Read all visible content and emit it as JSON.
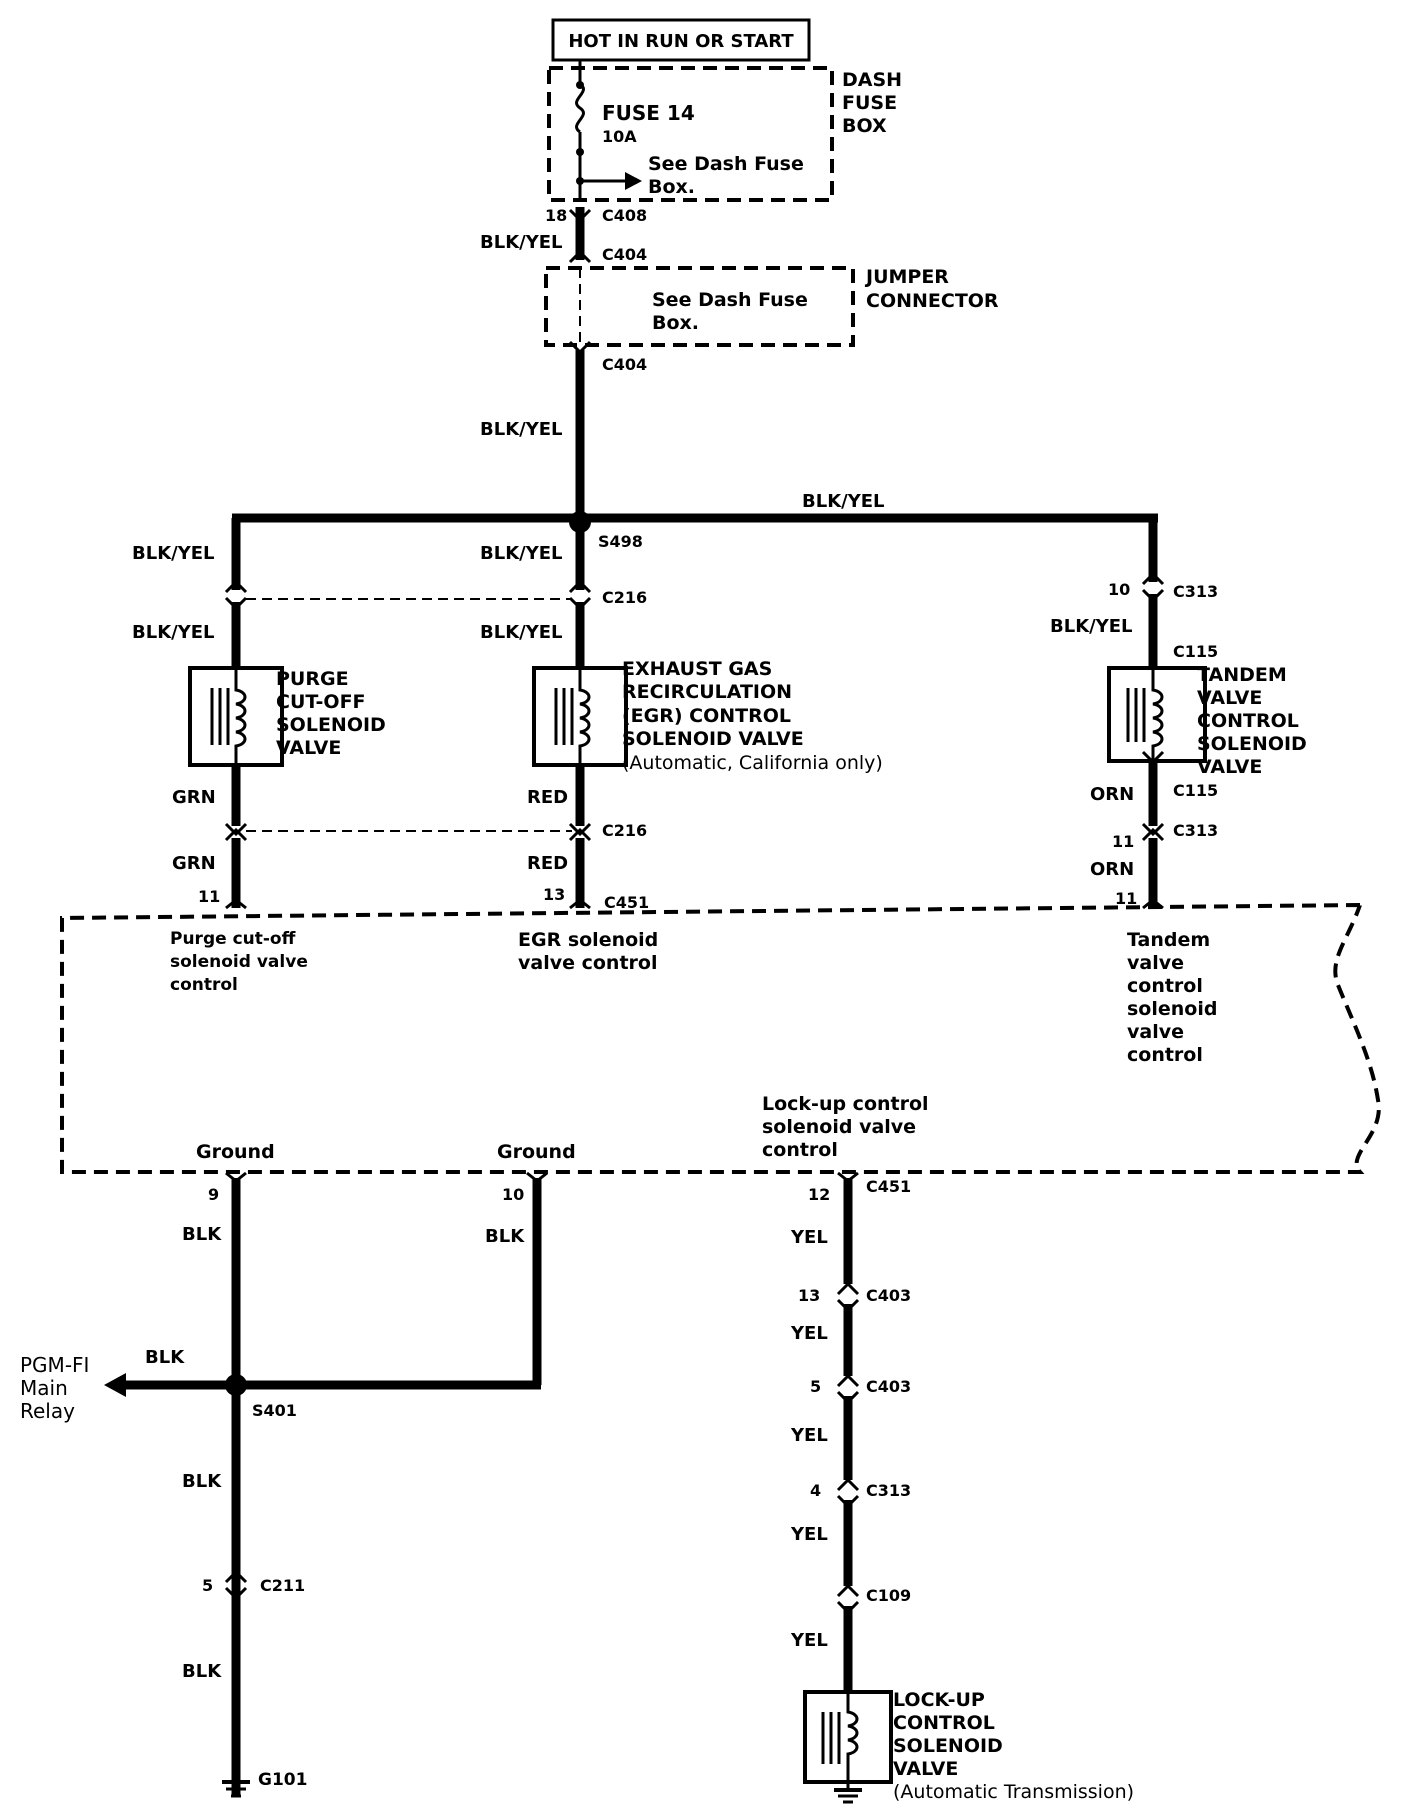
{
  "header": {
    "power_label": "HOT IN RUN OR START"
  },
  "dash_fuse_box": {
    "name": [
      "DASH",
      "FUSE",
      "BOX"
    ],
    "fuse_name": "FUSE 14",
    "fuse_rating": "10A",
    "see_ref": [
      "See Dash Fuse",
      "Box."
    ]
  },
  "jumper_connector": {
    "name": [
      "JUMPER",
      "CONNECTOR"
    ],
    "see_ref": [
      "See Dash Fuse",
      "Box."
    ]
  },
  "connectors": {
    "c408": "C408",
    "c408_pin": "18",
    "c404_top": "C404",
    "c404_bot": "C404",
    "s498": "S498",
    "c216_a": "C216",
    "c216_b": "C216",
    "c313_a": "C313",
    "c313_a_pin": "10",
    "c115_a": "C115",
    "c115_b": "C115",
    "c313_b": "C313",
    "c313_b_pin": "11",
    "c451_a": "C451",
    "pin_11_left": "11",
    "pin_13": "13",
    "pin_11_right": "11",
    "pin_9": "9",
    "pin_10": "10",
    "c451_b": "C451",
    "pin_12": "12",
    "c403_a": "C403",
    "c403_a_pin": "13",
    "c403_b": "C403",
    "c403_b_pin": "5",
    "c313_c": "C313",
    "c313_c_pin": "4",
    "c109": "C109",
    "s401": "S401",
    "c211": "C211",
    "c211_pin": "5",
    "g101": "G101"
  },
  "wire_colors": {
    "blk_yel": "BLK/YEL",
    "grn": "GRN",
    "red": "RED",
    "orn": "ORN",
    "blk": "BLK",
    "yel": "YEL"
  },
  "components": {
    "purge": [
      "PURGE",
      "CUT-OFF",
      "SOLENOID",
      "VALVE"
    ],
    "egr": [
      "EXHAUST GAS",
      "RECIRCULATION",
      "(EGR) CONTROL",
      "SOLENOID VALVE"
    ],
    "egr_note": "(Automatic, California only)",
    "tandem": [
      "TANDEM",
      "VALVE",
      "CONTROL",
      "SOLENOID",
      "VALVE"
    ],
    "lockup": [
      "LOCK-UP",
      "CONTROL",
      "SOLENOID",
      "VALVE"
    ],
    "lockup_note": "(Automatic Transmission)"
  },
  "ecm": {
    "purge_ctrl": [
      "Purge cut-off",
      "solenoid valve",
      "control"
    ],
    "egr_ctrl": [
      "EGR solenoid",
      "valve control"
    ],
    "tandem_ctrl": [
      "Tandem",
      "valve",
      "control",
      "solenoid",
      "valve",
      "control"
    ],
    "lockup_ctrl": [
      "Lock-up control",
      "solenoid valve",
      "control"
    ],
    "ground_1": "Ground",
    "ground_2": "Ground"
  },
  "pgm_fi": [
    "PGM-FI",
    "Main",
    "Relay"
  ]
}
